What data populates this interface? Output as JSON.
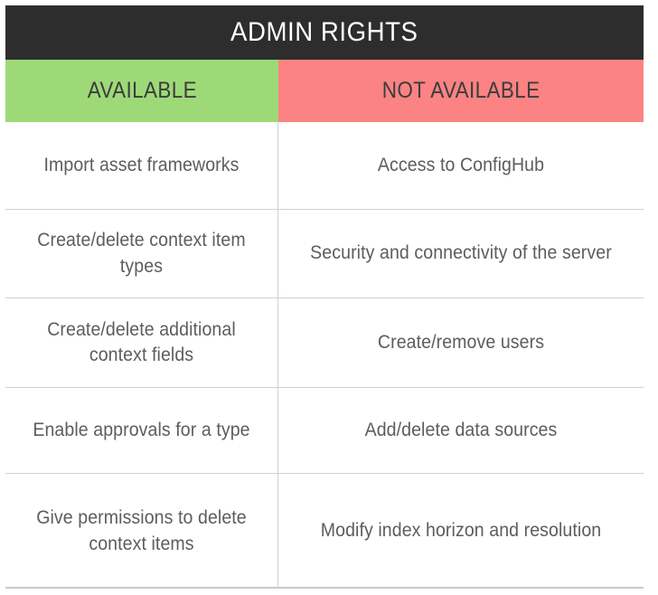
{
  "title": {
    "text": "ADMIN RIGHTS",
    "background_color": "#2d2d2d",
    "text_color": "#ffffff"
  },
  "columns": [
    {
      "id": "available",
      "label": "AVAILABLE",
      "background_color": "#9ed977",
      "text_color": "#3c3c3c"
    },
    {
      "id": "not-available",
      "label": "NOT AVAILABLE",
      "background_color": "#fb8383",
      "text_color": "#3c3c3c"
    }
  ],
  "rows": [
    {
      "available": "Import asset frameworks",
      "not_available": "Access to ConfigHub"
    },
    {
      "available": "Create/delete context item types",
      "not_available": "Security and connectivity of the server"
    },
    {
      "available": "Create/delete additional context fields",
      "not_available": "Create/remove users"
    },
    {
      "available": "Enable approvals for a type",
      "not_available": "Add/delete data sources"
    },
    {
      "available": "Give permissions to delete context items",
      "not_available": "Modify index horizon and resolution"
    }
  ],
  "style": {
    "body_text_color": "#5d5d5d",
    "grid_line_color": "#d0d0d0",
    "page_background": "#ffffff"
  }
}
